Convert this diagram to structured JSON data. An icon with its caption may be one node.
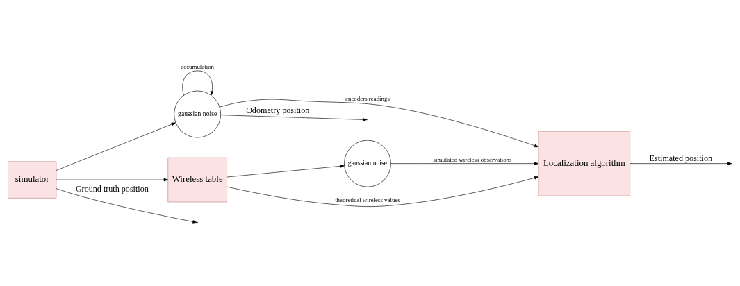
{
  "diagram": {
    "nodes": [
      {
        "text": [
          "simulator"
        ]
      },
      {
        "text": [
          "gaussian noise"
        ]
      },
      {
        "text": [
          "Wireless table"
        ]
      },
      {
        "text": [
          "gaussian noise"
        ]
      },
      {
        "text": [
          "Localization algorithm"
        ]
      }
    ],
    "edges": [
      {
        "from": 0,
        "to": null,
        "arrow": "to",
        "label": "Ground truth position"
      },
      {
        "from": 0,
        "to": 1,
        "arrow": "to"
      },
      {
        "from": 1,
        "to": 1,
        "arrow": "to",
        "label": "accumulation"
      },
      {
        "from": 1,
        "to": null,
        "arrow": "to",
        "label": "Odometry position"
      },
      {
        "from": 0,
        "to": 2,
        "arrow": "to"
      },
      {
        "from": 1,
        "to": 4,
        "arrow": "to",
        "label": "encoders readings"
      },
      {
        "from": 2,
        "to": 3,
        "arrow": "to"
      },
      {
        "from": 3,
        "to": 4,
        "arrow": "to",
        "label": "simulated wireless observations"
      },
      {
        "from": 2,
        "to": 4,
        "arrow": "to",
        "label": "theoretical wireless values"
      },
      {
        "from": 4,
        "to": null,
        "arrow": "to",
        "label": "Estimated position"
      }
    ]
  }
}
